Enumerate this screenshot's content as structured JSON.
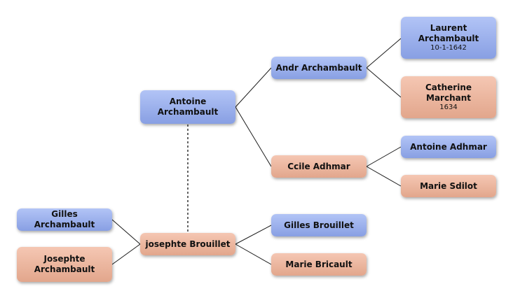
{
  "people": {
    "antoine_archambault": {
      "name": "Antoine Archambault",
      "gender": "male"
    },
    "josephte_brouillet": {
      "name": "josephte Brouillet",
      "gender": "female"
    },
    "andr_archambault": {
      "name": "Andr Archambault",
      "gender": "male"
    },
    "ccile_adhmar": {
      "name": "Ccile Adhmar",
      "gender": "female"
    },
    "laurent_archambault": {
      "name": "Laurent Archambault",
      "date": "10-1-1642",
      "gender": "male"
    },
    "catherine_marchant": {
      "name": "Catherine Marchant",
      "date": "1634",
      "gender": "female"
    },
    "antoine_adhmar": {
      "name": "Antoine Adhmar",
      "gender": "male"
    },
    "marie_sdilot": {
      "name": "Marie Sdilot",
      "gender": "female"
    },
    "gilles_brouillet": {
      "name": "Gilles Brouillet",
      "gender": "male"
    },
    "marie_bricault": {
      "name": "Marie Bricault",
      "gender": "female"
    },
    "gilles_archambault": {
      "name": "Gilles Archambault",
      "gender": "male"
    },
    "josephte_archambault": {
      "name": "Josephte Archambault",
      "gender": "female"
    }
  },
  "colors": {
    "male": "#9db2ee",
    "female": "#eeb59c",
    "line": "#1a1a1a"
  }
}
